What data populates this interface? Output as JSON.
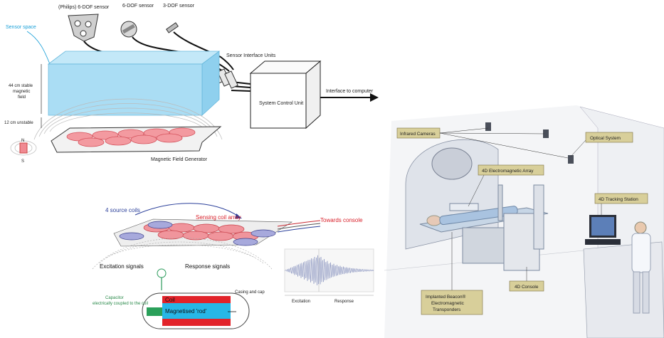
{
  "panel_top": {
    "sensors": [
      "(Philips) 6-DOF sensor",
      "6-DOF sensor",
      "3-DOF sensor"
    ],
    "sensor_space": "Sensor space",
    "stable_field_lines": [
      "44 cm stable",
      "magnetic",
      "field"
    ],
    "unstable": "12 cm unstable",
    "pole_n": "N",
    "pole_s": "S",
    "sensor_interface_units": "Sensor Interface Units",
    "system_control_unit": "System Control Unit",
    "interface_to_computer": "Interface to computer",
    "magnetic_field_generator": "Magnetic Field Generator"
  },
  "panel_mid": {
    "source_coils": "4 source coils",
    "sensing_coil_array": "Sensing coil array",
    "towards_console": "Towards console",
    "excitation_signals": "Excitation signals",
    "response_signals": "Response signals",
    "capacitor_lines": [
      "Capacitor",
      "electrically coupled to the coil"
    ],
    "coil": "Coil",
    "magnetised_rod": "Magnetised 'rod'",
    "casing_and_cap": "Casing and cap",
    "excitation": "Excitation",
    "response": "Response"
  },
  "panel_right": {
    "infrared_cameras": "Infrared Cameras",
    "optical_system": "Optical System",
    "electromagnetic_array": "4D Electromagnetic Array",
    "tracking_station": "4D Tracking Station",
    "console": "4D Console",
    "beacon_lines": [
      "Implanted Beacon®",
      "Electromagnetic",
      "Transponders"
    ]
  },
  "colors": {
    "sensor_space": "#9fd9f3",
    "generator_coils": "#f08a92",
    "coil_red": "#e2232a",
    "rod_cyan": "#27b7e6",
    "capacitor_green": "#2aa05a",
    "callout": "#d8cf9a"
  }
}
